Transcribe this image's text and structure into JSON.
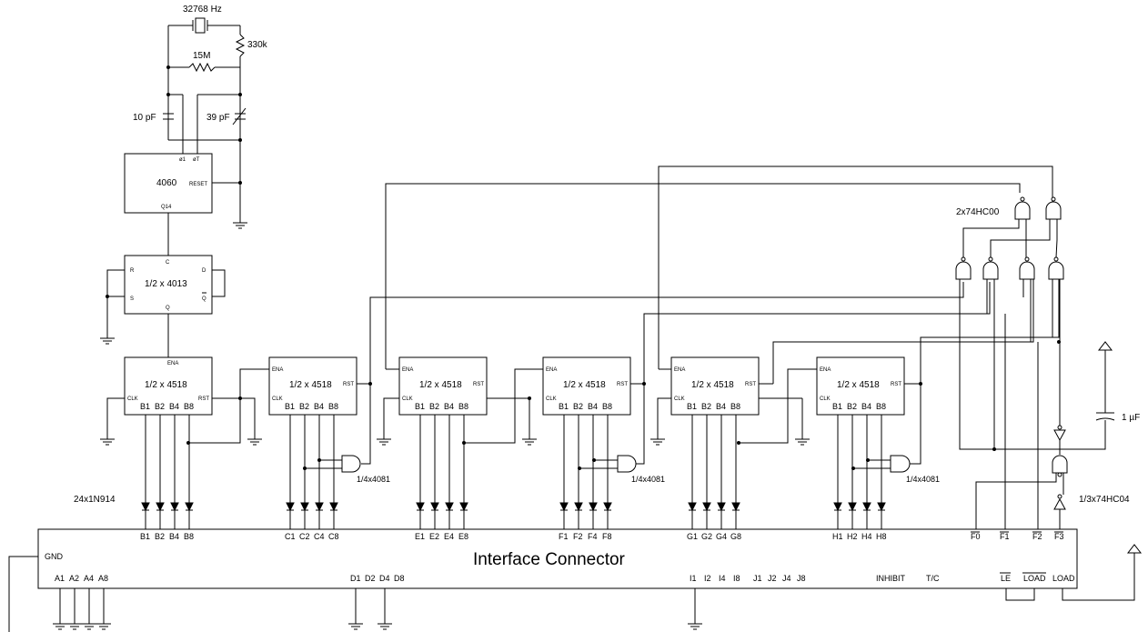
{
  "crystal": "32768 Hz",
  "r_330k": "330k",
  "r_15m": "15M",
  "c_10pf": "10 pF",
  "c_39pf": "39 pF",
  "c_1uf": "1 µF",
  "osc": {
    "name": "4060",
    "reset": "RESET",
    "pin_o1": "ø1",
    "pin_o0": "øT",
    "q14": "Q14"
  },
  "ff": {
    "name": "1/2 x 4013",
    "c": "C",
    "r": "R",
    "d": "D",
    "s": "S",
    "q": "Q",
    "qbar": "Q"
  },
  "counter_name": "1/2 x 4518",
  "counter_ena": "ENA",
  "counter_clk": "CLK",
  "counter_rst": "RST",
  "counter_outputs": [
    "B1",
    "B2",
    "B4",
    "B8"
  ],
  "and_gate": "1/4x4081",
  "nand_chip": "2x74HC00",
  "inv_chip": "1/3x74HC04",
  "diodes": "24x1N914",
  "connector": {
    "title": "Interface Connector",
    "top_pins": [
      [
        "B1",
        "B2",
        "B4",
        "B8"
      ],
      [
        "C1",
        "C2",
        "C4",
        "C8"
      ],
      [
        "E1",
        "E2",
        "E4",
        "E8"
      ],
      [
        "F1",
        "F2",
        "F4",
        "F8"
      ],
      [
        "G1",
        "G2",
        "G4",
        "G8"
      ],
      [
        "H1",
        "H2",
        "H4",
        "H8"
      ]
    ],
    "f_pins": [
      "F0",
      "F1",
      "F2",
      "F3"
    ],
    "gnd": "GND",
    "a_pins": [
      "A1",
      "A2",
      "A4",
      "A8"
    ],
    "d_pins": [
      "D1",
      "D2",
      "D4",
      "D8"
    ],
    "i_pins": [
      "I1",
      "I2",
      "I4",
      "I8"
    ],
    "j_pins": [
      "J1",
      "J2",
      "J4",
      "J8"
    ],
    "inhibit": "INHIBIT",
    "tc": "T/C",
    "le": "LE",
    "load_bar": "LOAD",
    "load": "LOAD"
  }
}
